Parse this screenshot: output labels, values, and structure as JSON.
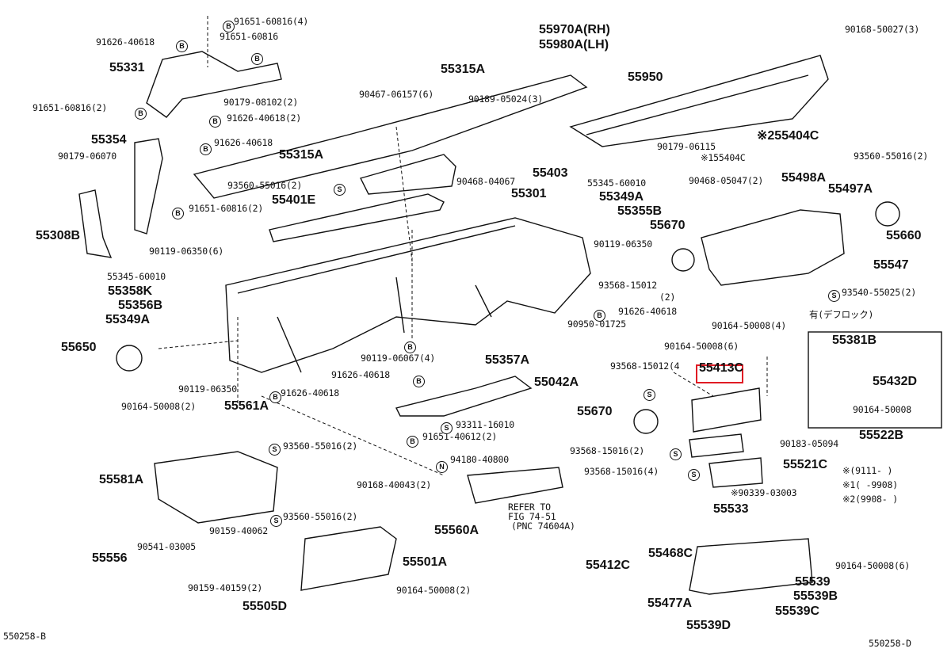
{
  "diagram": {
    "highlight_color": "#e01b24",
    "highlighted_part": "55413C",
    "labels": [
      "91651-60816(4)",
      "91626-40618",
      "91651-60816",
      "55331",
      "91651-60816(2)",
      "90179-08102(2)",
      "91626-40618(2)",
      "55354",
      "90179-06070",
      "91626-40618",
      "55315A",
      "93560-55016(2)",
      "55401E",
      "91651-60816(2)",
      "55308B",
      "90467-06157(6)",
      "55315A",
      "90189-05024(3)",
      "55403",
      "90468-04067",
      "55301",
      "55345-60010",
      "55349A",
      "55355B",
      "55670",
      "90119-06350",
      "93568-15012",
      "(2)",
      "91626-40618",
      "90950-01725",
      "90119-06350(6)",
      "55345-60010",
      "55358K",
      "55356B",
      "55349A",
      "55650",
      "90119-06067(4)",
      "91626-40618",
      "55357A",
      "55042A",
      "90119-06350",
      "91626-40618",
      "90164-50008(2)",
      "55561A",
      "93311-16010",
      "91651-40612(2)",
      "93560-55016(2)",
      "55581A",
      "94180-40800",
      "90168-40043(2)",
      "REFER TO",
      "FIG 74-51",
      "(PNC 74604A)",
      "93560-55016(2)",
      "90159-40062",
      "55560A",
      "90541-03005",
      "55556",
      "55501A",
      "90159-40159(2)",
      "90164-50008(2)",
      "55505D",
      "550258-B",
      "550258-D",
      "55970A(RH)",
      "55980A(LH)",
      "90168-50027(3)",
      "55950",
      "90179-06115",
      "※255404C",
      "※155404C",
      "93560-55016(2)",
      "90468-05047(2)",
      "55498A",
      "55497A",
      "55660",
      "55547",
      "93540-55025(2)",
      "90164-50008(4)",
      "有(デフロック)",
      "55381B",
      "55432D",
      "90164-50008",
      "90164-50008(6)",
      "93568-15012(4",
      "55413C",
      "55670",
      "55522B",
      "90183-05094",
      "93568-15016(2)",
      "93568-15016(4)",
      "55521C",
      "※(9111-      )",
      "※1(      -9908)",
      "※2(9908-      )",
      "※90339-03003",
      "55533",
      "55468C",
      "55412C",
      "90164-50008(6)",
      "55539",
      "55539B",
      "55477A",
      "55539C",
      "55539D"
    ],
    "markers": [
      "B",
      "B",
      "B",
      "B",
      "B",
      "B",
      "S",
      "B",
      "B",
      "B",
      "B",
      "B",
      "S",
      "B",
      "S",
      "S",
      "N",
      "S",
      "S",
      "S",
      "S"
    ]
  }
}
